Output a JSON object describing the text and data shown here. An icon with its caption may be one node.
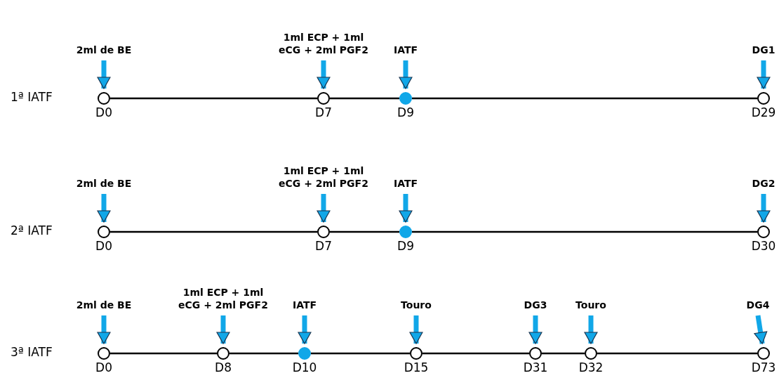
{
  "diagram": {
    "nodes": [
      {
        "text": [
          "2ml de BE"
        ]
      },
      {
        "text": [
          "1ml ECP + 1ml eCG + 2ml PGF2"
        ]
      },
      {
        "text": [
          "IATF"
        ]
      },
      {
        "text": [
          "DG1"
        ]
      },
      {
        "text": [],
        "shape": "circle",
        "beside": [
          "D0"
        ]
      },
      {
        "text": [],
        "shape": "circle",
        "beside": [
          "D7"
        ]
      },
      {
        "text": [],
        "shape": "circle",
        "beside": [
          "D9"
        ]
      },
      {
        "text": [],
        "shape": "circle",
        "beside": [
          "D29"
        ]
      },
      {
        "text": [
          "2ml de BE"
        ]
      },
      {
        "text": [
          "1ml ECP + 1ml eCG + 2ml PGF2"
        ]
      },
      {
        "text": [
          "IATF"
        ]
      },
      {
        "text": [
          "DG2"
        ]
      },
      {
        "text": [],
        "shape": "circle",
        "beside": [
          "D0"
        ]
      },
      {
        "text": [],
        "shape": "circle",
        "beside": [
          "D7"
        ]
      },
      {
        "text": [],
        "shape": "circle",
        "beside": [
          "D9"
        ]
      },
      {
        "text": [],
        "shape": "circle",
        "beside": [
          "D30"
        ]
      },
      {
        "text": [
          "2ml de BE"
        ]
      },
      {
        "text": [
          "1ml ECP + 1ml eCG + 2ml PGF2"
        ]
      },
      {
        "text": [
          "IATF"
        ]
      },
      {
        "text": [
          "Touro"
        ]
      },
      {
        "text": [
          "DG3"
        ]
      },
      {
        "text": [
          "Touro"
        ]
      },
      {
        "text": [
          "DG4"
        ]
      },
      {
        "text": [],
        "shape": "circle",
        "beside": [
          "D0"
        ]
      },
      {
        "text": [],
        "shape": "circle",
        "beside": [
          "D8"
        ]
      },
      {
        "text": [],
        "shape": "circle",
        "beside": [
          "D10"
        ]
      },
      {
        "text": [],
        "shape": "circle",
        "beside": [
          "D15"
        ]
      },
      {
        "text": [],
        "shape": "circle",
        "beside": [
          "D31"
        ]
      },
      {
        "text": [],
        "shape": "circle",
        "beside": [
          "D32"
        ]
      },
      {
        "text": [],
        "shape": "circle",
        "beside": [
          "D73"
        ]
      }
    ],
    "edges": [
      {
        "from": 0,
        "to": 4,
        "arrow": "to"
      },
      {
        "from": 1,
        "to": 5,
        "arrow": "to"
      },
      {
        "from": 2,
        "to": 6,
        "arrow": "to"
      },
      {
        "from": 3,
        "to": 7,
        "arrow": "to"
      },
      {
        "from": 4,
        "to": 5,
        "arrow": "none",
        "color": "#000000"
      },
      {
        "from": 5,
        "to": 6,
        "arrow": "none",
        "color": "#000000"
      },
      {
        "from": 6,
        "to": 7,
        "arrow": "none",
        "color": "#000000"
      },
      {
        "from": 8,
        "to": 12,
        "arrow": "to"
      },
      {
        "from": 9,
        "to": 13,
        "arrow": "to"
      },
      {
        "from": 10,
        "to": 14,
        "arrow": "to"
      },
      {
        "from": 11,
        "to": 15,
        "arrow": "to"
      },
      {
        "from": 12,
        "to": 13,
        "arrow": "none",
        "color": "#000000"
      },
      {
        "from": 13,
        "to": 14,
        "arrow": "none",
        "color": "#000000"
      },
      {
        "from": 14,
        "to": 15,
        "arrow": "none",
        "color": "#000000"
      },
      {
        "from": 16,
        "to": 23,
        "arrow": "to"
      },
      {
        "from": 17,
        "to": 24,
        "arrow": "to"
      },
      {
        "from": 18,
        "to": 25,
        "arrow": "to"
      },
      {
        "from": 19,
        "to": 26,
        "arrow": "to"
      },
      {
        "from": 20,
        "to": 27,
        "arrow": "to"
      },
      {
        "from": 21,
        "to": 28,
        "arrow": "to"
      },
      {
        "from": 22,
        "to": 29,
        "arrow": "to"
      },
      {
        "from": 23,
        "to": 24,
        "arrow": "none",
        "color": "#000000"
      },
      {
        "from": 24,
        "to": 25,
        "arrow": "none",
        "color": "#000000"
      },
      {
        "from": 25,
        "to": 26,
        "arrow": "none",
        "color": "#000000"
      },
      {
        "from": 26,
        "to": 27,
        "arrow": "none",
        "color": "#000000"
      },
      {
        "from": 27,
        "to": 28,
        "arrow": "none",
        "color": "#000000"
      },
      {
        "from": 28,
        "to": 29,
        "arrow": "none",
        "color": "#000000"
      }
    ],
    "labels": [
      "1ª IATF",
      "2ª IATF",
      "3ª IATF"
    ]
  }
}
